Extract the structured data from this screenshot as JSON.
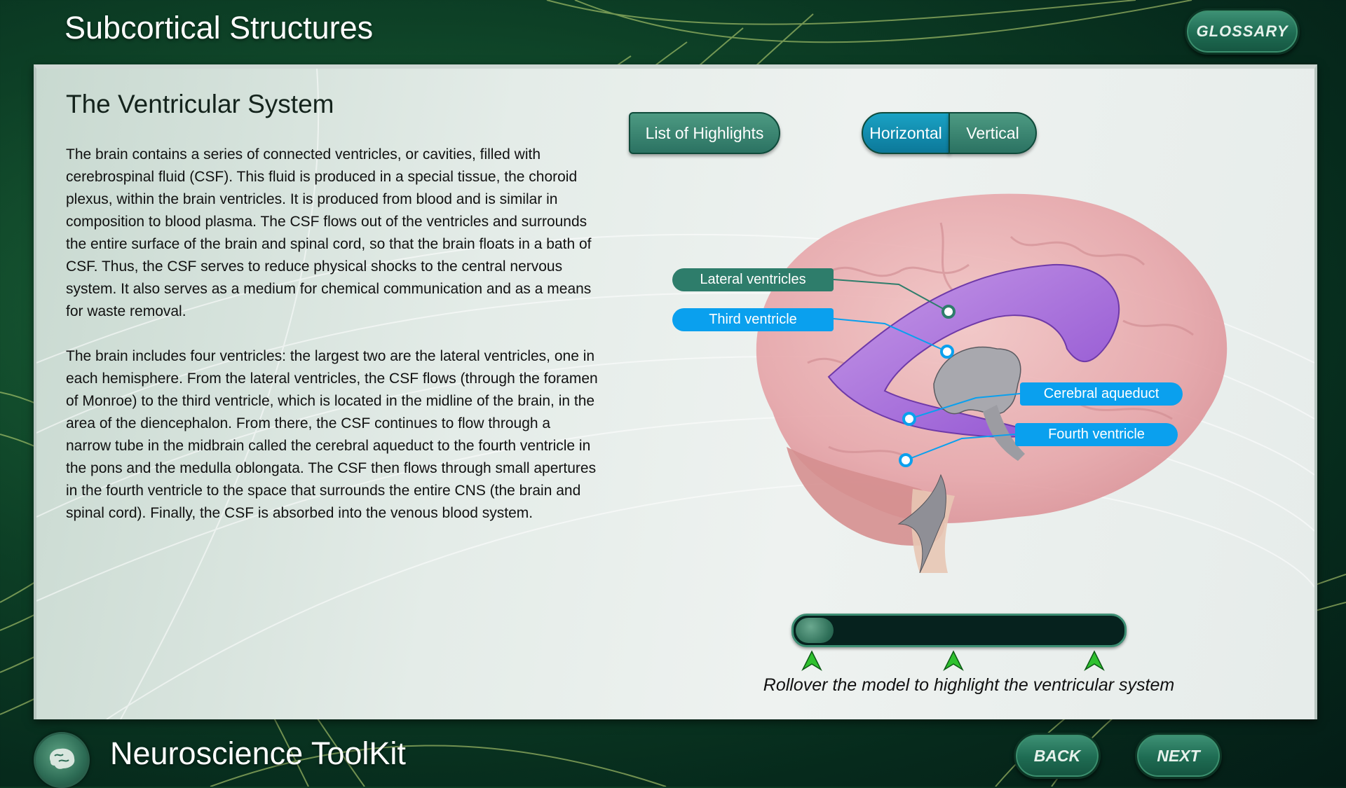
{
  "header": {
    "title": "Subcortical Structures",
    "glossary_label": "GLOSSARY"
  },
  "main": {
    "section_title": "The Ventricular System",
    "paragraphs": [
      "The brain contains a series of connected ventricles, or cavities, filled with cerebrospinal fluid (CSF). This fluid is produced in a special tissue, the choroid plexus, within the brain ventricles. It is produced from blood and is similar in composition to blood plasma. The CSF flows out of the ventricles and surrounds the entire surface of the brain and spinal cord, so that the brain floats in a bath of CSF. Thus, the CSF serves to reduce physical shocks to the central nervous system. It also serves as a medium for chemical communication and as a means for waste removal.",
      "The brain includes four ventricles: the largest two are the lateral ventricles, one in each hemisphere. From the lateral ventricles, the CSF flows (through the foramen of Monroe) to the third ventricle, which is located in the midline of the brain, in the area of the diencephalon. From there, the CSF continues to flow through a narrow tube in the midbrain called the cerebral aqueduct to the fourth ventricle in the pons and the medulla oblongata. The CSF then flows through small apertures in the fourth ventricle to the space that surrounds the entire CNS (the brain and spinal cord). Finally, the CSF is absorbed into the venous blood system."
    ],
    "highlights_label": "List of Highlights",
    "view_toggle": {
      "horizontal_label": "Horizontal",
      "vertical_label": "Vertical",
      "selected": "Horizontal"
    },
    "model_labels": {
      "lateral": "Lateral ventricles",
      "third": "Third ventricle",
      "aqueduct": "Cerebral aqueduct",
      "fourth": "Fourth ventricle"
    },
    "slider_value_fraction": 0,
    "instruction": "Rollover the model to highlight the ventricular system"
  },
  "footer": {
    "title": "Neuroscience ToolKit",
    "back_label": "BACK",
    "next_label": "NEXT"
  },
  "colors": {
    "accent_blue": "#0aa0ee",
    "accent_green": "#2e7d6b",
    "ventricle_purple": "#a060d8"
  }
}
